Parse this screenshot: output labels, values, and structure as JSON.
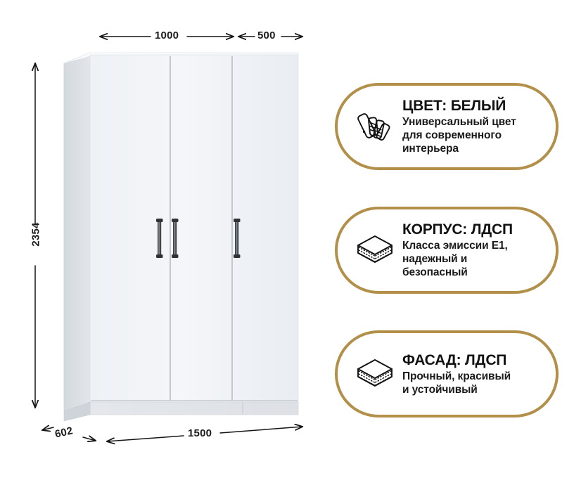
{
  "product": {
    "name": "white-3-door-wardrobe",
    "color_body": "#f2f4f7",
    "color_side": "#d8dce1",
    "color_top": "#fbfcfd",
    "color_seam": "#9aa2ab",
    "color_handle": "#3a3d41",
    "color_plinth": "#e7eaee"
  },
  "dimensions": {
    "top_left": {
      "value": "1000",
      "unit_implied": "mm",
      "orientation": "horizontal"
    },
    "top_right": {
      "value": "500",
      "unit_implied": "mm",
      "orientation": "horizontal"
    },
    "height": {
      "value": "2354",
      "unit_implied": "mm",
      "orientation": "vertical"
    },
    "depth": {
      "value": "602",
      "unit_implied": "mm",
      "orientation": "diagonal"
    },
    "width": {
      "value": "1500",
      "unit_implied": "mm",
      "orientation": "horizontal"
    }
  },
  "features": {
    "border_color": "#b2904a",
    "items": [
      {
        "icon": "color-swatch-fan-icon",
        "title": "ЦВЕТ: БЕЛЫЙ",
        "desc_lines": [
          "Универсальный цвет",
          "для современного",
          "интерьера"
        ]
      },
      {
        "icon": "layered-board-icon",
        "title": "КОРПУС: ЛДСП",
        "desc_lines": [
          "Класса эмиссии Е1,",
          "надежный и",
          "безопасный"
        ]
      },
      {
        "icon": "layered-board-icon",
        "title": "ФАСАД: ЛДСП",
        "desc_lines": [
          "Прочный, красивый",
          "и устойчивый"
        ]
      }
    ]
  }
}
